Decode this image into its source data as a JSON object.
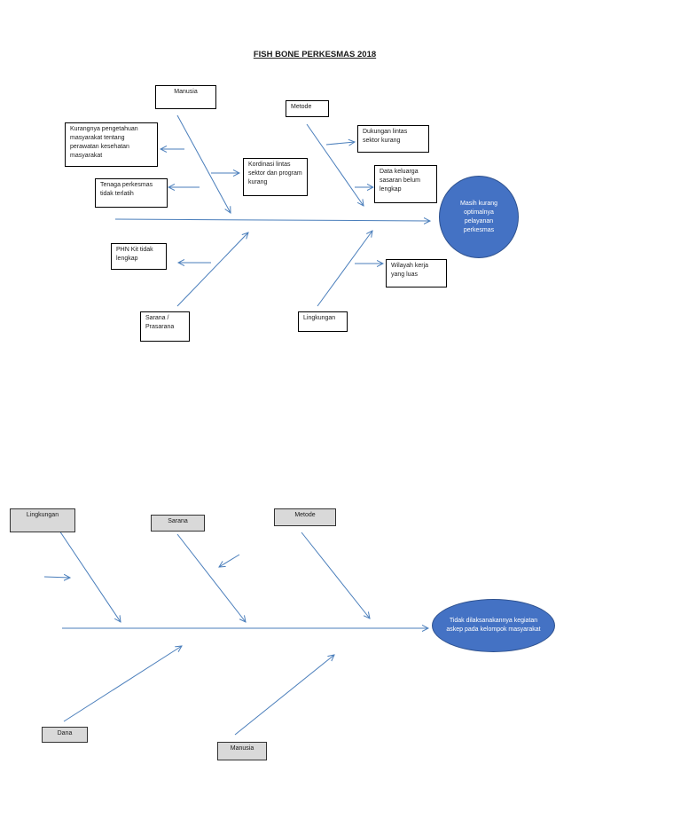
{
  "diagram1": {
    "title": "FISH BONE PERKESMAS 2018",
    "categories": {
      "manusia": "Manusia",
      "metode": "Metode",
      "sarana": "Sarana / Prasarana",
      "lingkungan": "Lingkungan"
    },
    "causes": {
      "kurangnya_pengetahuan": "Kurangnya pengetahuan masyarakat tentang perawatan kesehatan masyarakat",
      "tenaga_perkesmas": "Tenaga perkesmas tidak terlatih",
      "koordinasi": "Kordinasi lintas sektor dan program kurang",
      "dukungan_lintas": "Dukungan lintas sektor kurang",
      "data_keluarga": "Data keluarga sasaran belum lengkap",
      "phn_kit": "PHN Kit tidak lengkap",
      "wilayah_kerja": "Wilayah kerja yang luas"
    },
    "effect": "Masih kurang optimalnya pelayanan perkesmas"
  },
  "diagram2": {
    "categories": {
      "lingkungan": "Lingkungan",
      "sarana": "Sarana",
      "metode": "Metode",
      "dana": "Dana",
      "manusia": "Manusia"
    },
    "effect": "Tidak dilaksanakannya kegiatan askep pada kelompok masyarakat"
  },
  "colors": {
    "line": "#4a7ebb",
    "head_fill": "#4472c4",
    "gray_box": "#d9d9d9"
  }
}
